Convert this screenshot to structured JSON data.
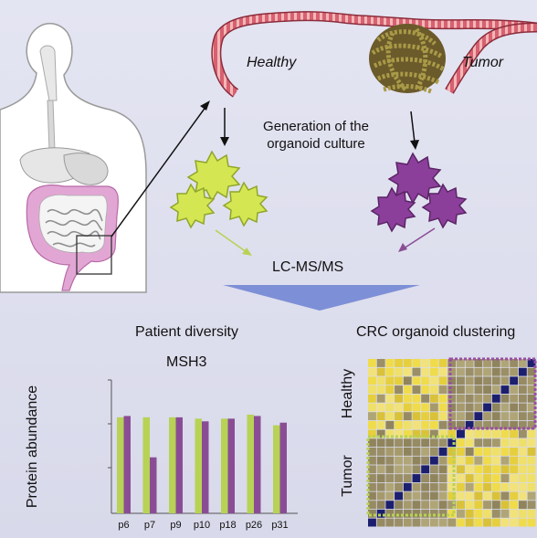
{
  "labels": {
    "healthy": "Healthy",
    "tumor": "Tumor",
    "generation_line1": "Generation of the",
    "generation_line2": "organoid culture",
    "lcms": "LC-MS/MS",
    "patient_diversity": "Patient diversity",
    "crc_clustering": "CRC organoid clustering",
    "heatmap_healthy": "Healthy",
    "heatmap_tumor": "Tumor"
  },
  "colors": {
    "healthy": "#b7d255",
    "tumor": "#8a4d95",
    "organoid_healthy": "#d4e652",
    "organoid_tumor": "#8b3f9a",
    "funnel": "#7d8fd6",
    "heatmap_yellow": "#e9d33f",
    "heatmap_gray": "#9a8f66",
    "heatmap_diag": "#1c1f6e"
  },
  "chart_data": {
    "type": "bar",
    "title": "MSH3",
    "xlabel": "",
    "ylabel": "Protein abundance",
    "categories": [
      "p6",
      "p7",
      "p9",
      "p10",
      "p18",
      "p26",
      "p31"
    ],
    "series": [
      {
        "values": [
          0.72,
          0.72,
          0.72,
          0.71,
          0.71,
          0.74,
          0.66
        ]
      },
      {
        "values": [
          0.73,
          0.42,
          0.72,
          0.69,
          0.71,
          0.73,
          0.68
        ]
      }
    ],
    "ylim": [
      0,
      1
    ],
    "grid": false
  }
}
